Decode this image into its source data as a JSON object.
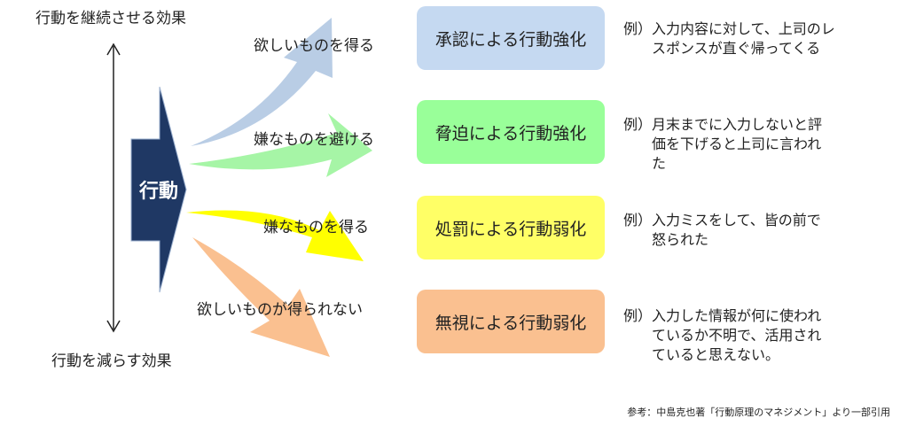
{
  "axis": {
    "top_label": "行動を継続させる効果",
    "bottom_label": "行動を減らす効果"
  },
  "core": {
    "label": "行動"
  },
  "branches": [
    {
      "label": "欲しいものを得る",
      "color": "#b9cde5"
    },
    {
      "label": "嫌なものを避ける",
      "color": "#a6f5a6"
    },
    {
      "label": "嫌なものを得る",
      "color": "#ffff00"
    },
    {
      "label": "欲しいものが得られない",
      "color": "#fac090"
    }
  ],
  "boxes": [
    {
      "label": "承認による行動強化",
      "color": "#c5d9f1"
    },
    {
      "label": "脅迫による行動強化",
      "color": "#99ff99"
    },
    {
      "label": "処罰による行動弱化",
      "color": "#ffff66"
    },
    {
      "label": "無視による行動弱化",
      "color": "#fac090"
    }
  ],
  "examples": [
    {
      "lines": [
        "例）入力内容に対して、上司のレ",
        "スポンスが直ぐ帰ってくる"
      ]
    },
    {
      "lines": [
        "例）月末までに入力しないと評",
        "価を下げると上司に言われ",
        "た"
      ]
    },
    {
      "lines": [
        "例）入力ミスをして、皆の前で",
        "怒られた"
      ]
    },
    {
      "lines": [
        "例）入力した情報が何に使われ",
        "ているか不明で、活用され",
        "ていると思えない。"
      ]
    }
  ],
  "footnote": "参考：中島克也著「行動原理のマネジメント」より一部引用",
  "colors": {
    "core_fill": "#1f3864",
    "axis_line": "#222222"
  }
}
